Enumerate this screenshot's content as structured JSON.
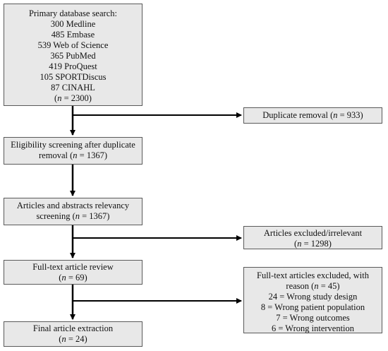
{
  "boxes": {
    "search": {
      "title": "Primary database search:",
      "sources": [
        "300 Medline",
        "485 Embase",
        "539 Web of Science",
        "365 PubMed",
        "419 ProQuest",
        "105 SPORTDiscus",
        "87 CINAHL"
      ],
      "n_open": "(",
      "n_var": "n",
      "n_value": " = 2300)"
    },
    "duplicate": {
      "text": "Duplicate removal (",
      "n_var": "n",
      "n_value": " = 933)"
    },
    "eligibility": {
      "line1": "Eligibility screening after duplicate",
      "line2_prefix": "removal (",
      "n_var": "n",
      "n_value": " = 1367)"
    },
    "relevancy": {
      "line1": "Articles and abstracts relevancy",
      "line2_prefix": "screening (",
      "n_var": "n",
      "n_value": " = 1367)"
    },
    "excluded": {
      "line1": "Articles excluded/irrelevant",
      "n_open": "(",
      "n_var": "n",
      "n_value": " = 1298)"
    },
    "fulltext": {
      "line1": "Full-text article review",
      "n_open": "(",
      "n_var": "n",
      "n_value": " = 69)"
    },
    "reasons": {
      "line1": "Full-text articles excluded, with",
      "line2_prefix": "reason (",
      "n_var": "n",
      "n_value": " = 45)",
      "items": [
        "24 = Wrong study design",
        "8 = Wrong patient population",
        "7 = Wrong outcomes",
        "6 = Wrong intervention"
      ]
    },
    "final": {
      "line1": "Final article extraction",
      "n_open": "(",
      "n_var": "n",
      "n_value": " = 24)"
    }
  },
  "colors": {
    "box_fill": "#e8e8e8",
    "box_border": "#5a5a5a",
    "arrow": "#000000"
  }
}
